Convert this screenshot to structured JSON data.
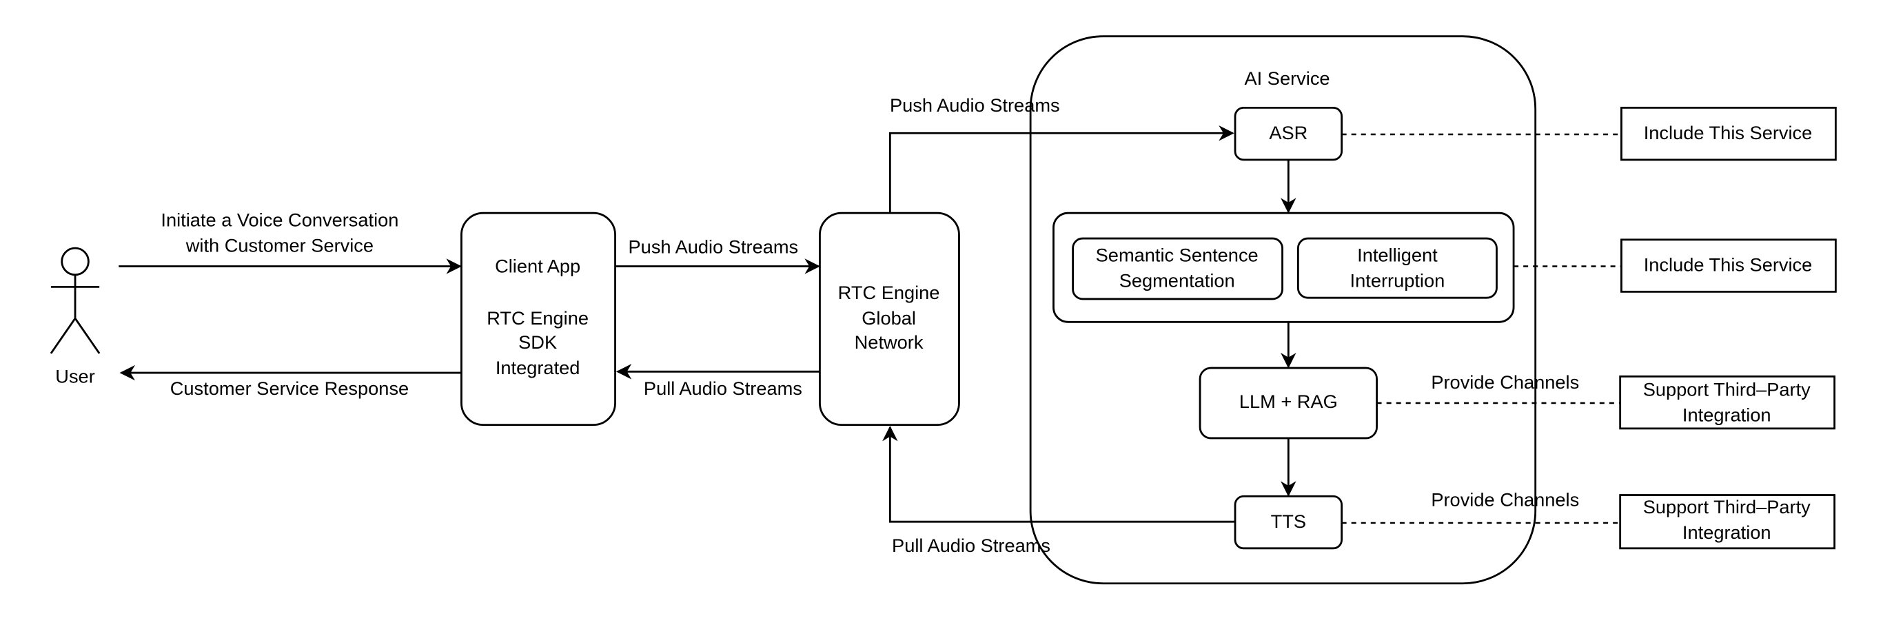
{
  "actor": {
    "label": "User"
  },
  "edges": {
    "initiate": [
      "Initiate a Voice Conversation",
      "with Customer Service"
    ],
    "response": "Customer Service Response",
    "client_push": "Push Audio Streams",
    "client_pull": "Pull Audio Streams",
    "rtc_push": "Push Audio Streams",
    "rtc_pull": "Pull Audio Streams",
    "llm_channel": "Provide Channels",
    "tts_channel": "Provide Channels"
  },
  "nodes": {
    "client_app": [
      "Client App",
      "",
      "RTC Engine",
      "SDK",
      "Integrated"
    ],
    "rtc_network": [
      "RTC Engine",
      "Global",
      "Network"
    ],
    "ai_service": "AI Service",
    "asr": "ASR",
    "segmentation": [
      "Semantic Sentence",
      "Segmentation"
    ],
    "interruption": [
      "Intelligent",
      "Interruption"
    ],
    "llm_rag": "LLM + RAG",
    "tts": "TTS"
  },
  "side_boxes": {
    "asr_note": "Include This Service",
    "middle_note": "Include This Service",
    "llm_note": [
      "Support Third–Party",
      "Integration"
    ],
    "tts_note": [
      "Support Third–Party",
      "Integration"
    ]
  }
}
